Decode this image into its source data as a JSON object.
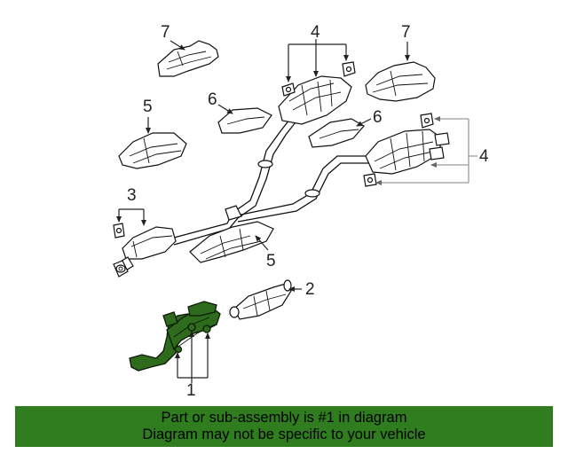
{
  "diagram": {
    "callouts": {
      "c7_left": "7",
      "c7_right": "7",
      "c4_top": "4",
      "c4_right": "4",
      "c5_left": "5",
      "c5_mid": "5",
      "c6_left": "6",
      "c6_right": "6",
      "c3": "3",
      "c2": "2",
      "c1": "1"
    },
    "highlight_color": "#2e6b1d"
  },
  "banner": {
    "line1": "Part or sub-assembly is #1 in diagram",
    "line2": "Diagram may not be specific to your vehicle",
    "background": "#2f7d1f"
  }
}
